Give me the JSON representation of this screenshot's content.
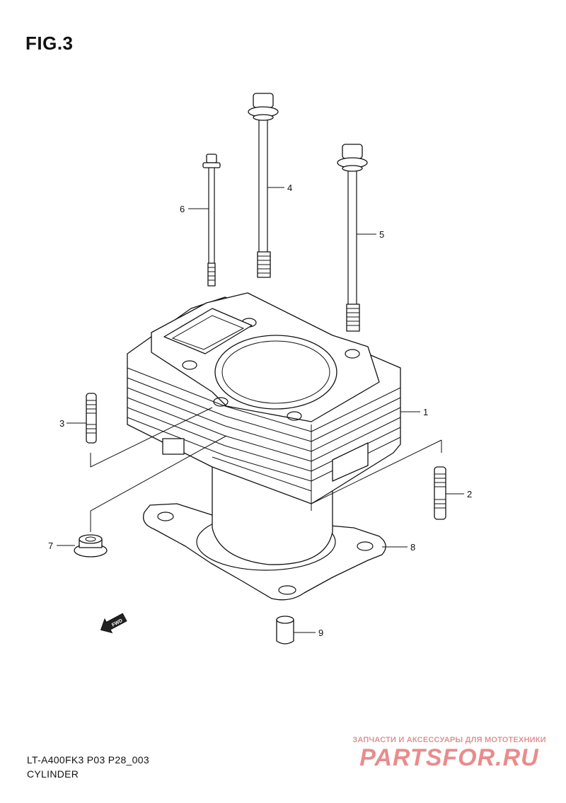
{
  "figure_label": "FIG.3",
  "footer": {
    "model_code": "LT-A400FK3 P03 P28_003",
    "title": "CYLINDER"
  },
  "callouts": {
    "c1": "1",
    "c2": "2",
    "c3": "3",
    "c4": "4",
    "c5": "5",
    "c6": "6",
    "c7": "7",
    "c8": "8",
    "c9": "9"
  },
  "fwd_label": "FWD",
  "watermark": {
    "tagline": "ЗАПЧАСТИ И АКСЕССУАРЫ ДЛЯ МОТОТЕХНИКИ",
    "brand": "PARTSFOR.RU",
    "color": "#d83030"
  }
}
